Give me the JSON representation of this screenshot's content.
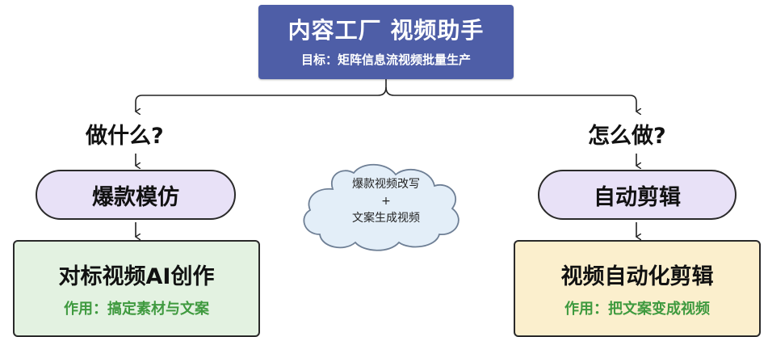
{
  "header": {
    "title": "内容工厂 视频助手",
    "subtitle": "目标：矩阵信息流视频批量生产"
  },
  "left": {
    "question": "做什么?",
    "pill": "爆款模仿",
    "card_title": "对标视频AI创作",
    "card_desc": "作用：搞定素材与文案"
  },
  "right": {
    "question": "怎么做?",
    "pill": "自动剪辑",
    "card_title": "视频自动化剪辑",
    "card_desc": "作用：把文案变成视频"
  },
  "cloud": {
    "line1": "爆款视频改写",
    "line2": "+",
    "line3": "文案生成视频"
  },
  "colors": {
    "title_bg": "#4e5ea7",
    "pill_bg": "#e8e1f7",
    "left_card_bg": "#e3f2e1",
    "left_card_accent": "#3f9a3f",
    "right_card_bg": "#fbefcd",
    "right_card_accent": "#3f9a3f"
  }
}
